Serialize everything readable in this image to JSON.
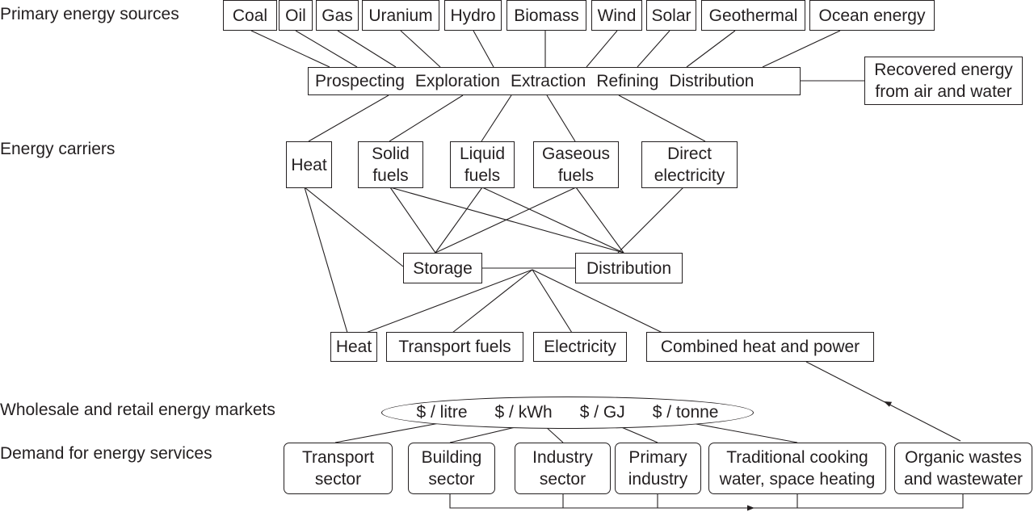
{
  "sections": {
    "primary": "Primary energy sources",
    "carriers": "Energy carriers",
    "markets": "Wholesale and retail energy markets",
    "demand": "Demand for energy services"
  },
  "sources": [
    "Coal",
    "Oil",
    "Gas",
    "Uranium",
    "Hydro",
    "Biomass",
    "Wind",
    "Solar",
    "Geothermal",
    "Ocean energy"
  ],
  "processing": [
    "Prospecting",
    "Exploration",
    "Extraction",
    "Refining",
    "Distribution"
  ],
  "recovered": "Recovered energy\nfrom air and water",
  "carriers": [
    "Heat",
    "Solid\nfuels",
    "Liquid\nfuels",
    "Gaseous\nfuels",
    "Direct\nelectricity"
  ],
  "storage": "Storage",
  "distribution": "Distribution",
  "outputs": [
    "Heat",
    "Transport fuels",
    "Electricity",
    "Combined heat and power"
  ],
  "prices": [
    "$ / litre",
    "$ / kWh",
    "$ / GJ",
    "$ / tonne"
  ],
  "sectors": [
    "Transport\nsector",
    "Building\nsector",
    "Industry\nsector",
    "Primary\nindustry",
    "Traditional cooking\nwater, space heating",
    "Organic wastes\nand wastewater"
  ]
}
